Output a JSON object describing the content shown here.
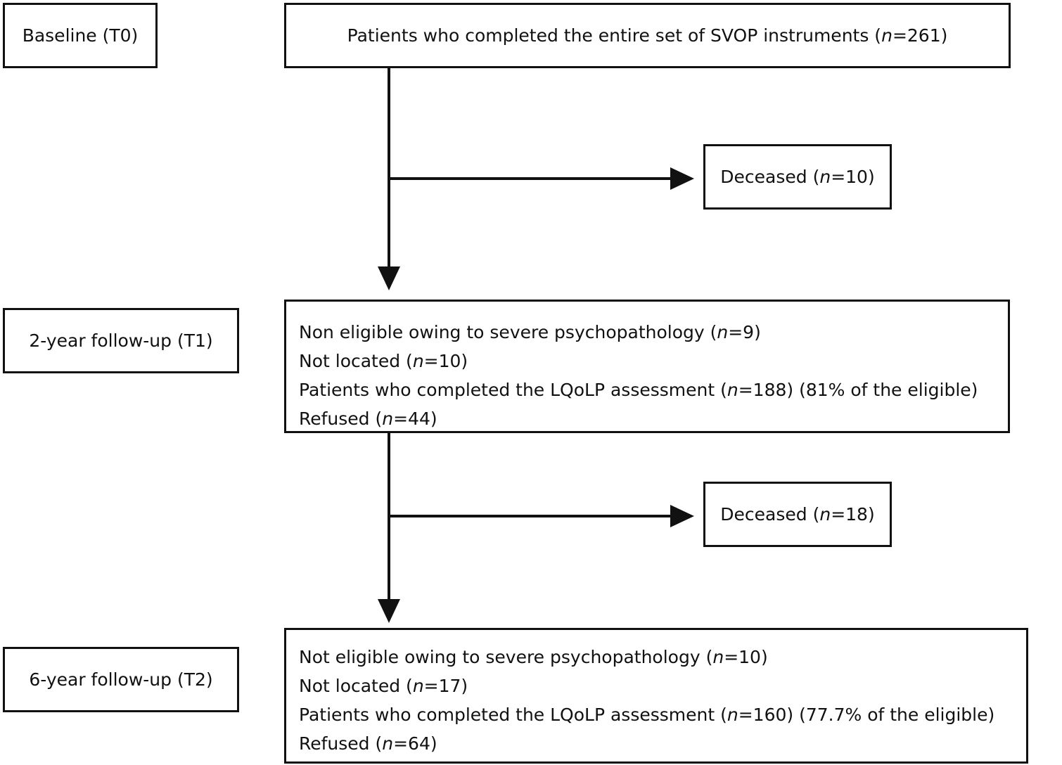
{
  "stages": {
    "t0": {
      "label": "Baseline (T0)"
    },
    "t1": {
      "label": "2-year follow-up (T1)"
    },
    "t2": {
      "label": "6-year follow-up (T2)"
    }
  },
  "baseline_box": {
    "text": "Patients who completed the entire set of SVOP instruments (",
    "n_label": "n",
    "n_value": "=261)"
  },
  "deceased_1": {
    "prefix": "Deceased (",
    "n_label": "n",
    "n_value": "=10)"
  },
  "deceased_2": {
    "prefix": "Deceased (",
    "n_label": "n",
    "n_value": "=18)"
  },
  "t1_box": {
    "lines": [
      {
        "before": "Non eligible owing to severe psychopathology (",
        "n": "n",
        "after": "=9)"
      },
      {
        "before": "Not located (",
        "n": "n",
        "after": "=10)"
      },
      {
        "before": "Patients who completed the LQoLP assessment (",
        "n": "n",
        "after": "=188) (81% of the eligible)"
      },
      {
        "before": "Refused (",
        "n": "n",
        "after": "=44)"
      }
    ]
  },
  "t2_box": {
    "lines": [
      {
        "before": "Not eligible owing to severe psychopathology (",
        "n": "n",
        "after": "=10)"
      },
      {
        "before": "Not located (",
        "n": "n",
        "after": "=17)"
      },
      {
        "before": "Patients who completed the LQoLP assessment (",
        "n": "n",
        "after": "=160) (77.7% of the eligible)"
      },
      {
        "before": "Refused (",
        "n": "n",
        "after": "=64)"
      }
    ]
  }
}
